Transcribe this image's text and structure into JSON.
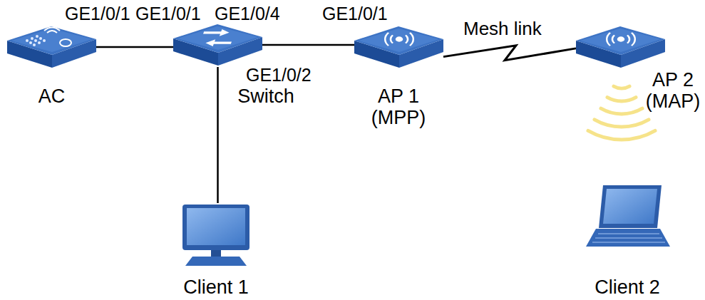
{
  "diagram": {
    "nodes": [
      {
        "text": [
          "AC"
        ]
      },
      {
        "text": [
          "Switch"
        ]
      },
      {
        "text": [
          "AP 1 (MPP)"
        ]
      },
      {
        "text": [
          "AP 2 (MAP)"
        ]
      },
      {
        "text": [
          "Client 1"
        ]
      },
      {
        "text": [
          "Client 2"
        ]
      }
    ],
    "edges": [
      {
        "from": 0,
        "to": 1,
        "arrow": "none"
      },
      {
        "from": 1,
        "to": 2,
        "arrow": "none"
      },
      {
        "from": 1,
        "to": 4,
        "arrow": "none"
      },
      {
        "from": 2,
        "to": 3,
        "label": "Mesh link",
        "arrow": "none"
      }
    ],
    "labels": [
      "GE1/0/1",
      "GE1/0/1",
      "GE1/0/4",
      "GE1/0/1",
      "GE1/0/2"
    ]
  }
}
